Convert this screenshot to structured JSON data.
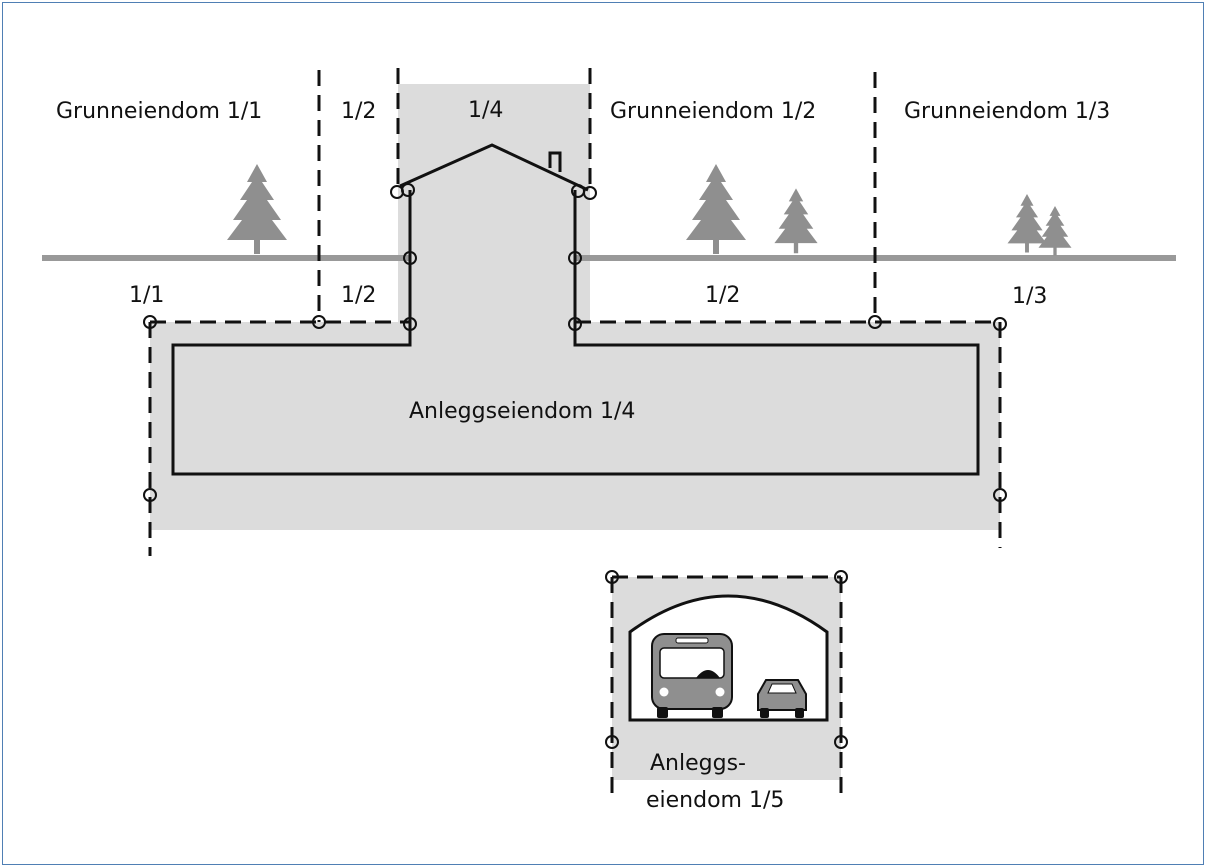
{
  "labels": {
    "grunneiendom_1_1": "Grunneiendom 1/1",
    "top_1_2": "1/2",
    "top_1_4": "1/4",
    "grunneiendom_1_2": "Grunneiendom 1/2",
    "grunneiendom_1_3": "Grunneiendom 1/3",
    "ground_1_1": "1/1",
    "ground_1_2_left": "1/2",
    "ground_1_2_right": "1/2",
    "ground_1_3": "1/3",
    "anleggseiendom_1_4": "Anleggseiendom 1/4",
    "anleggs_line1": "Anleggs-",
    "anleggs_line2": "eiendom 1/5"
  },
  "colors": {
    "shade": "#dcdcdc",
    "ground": "#999999",
    "tree": "#8f8f8f",
    "ink": "#111111",
    "frame": "#4f7fb4"
  },
  "icons": [
    "tree-icon",
    "house-icon",
    "bus-icon",
    "car-icon",
    "tunnel-icon"
  ]
}
